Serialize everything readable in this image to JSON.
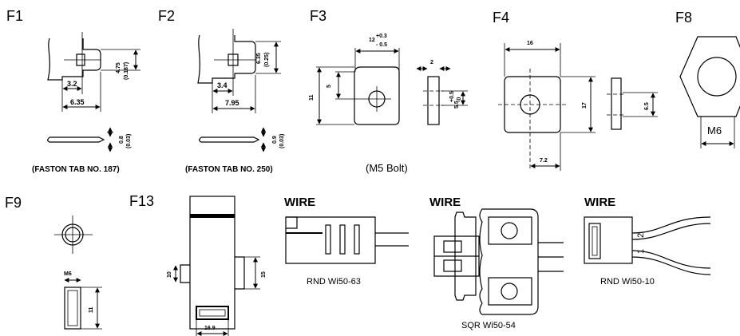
{
  "figures": {
    "f1": {
      "label": "F1",
      "dim_width": "4.75",
      "dim_width_in": "(0.187)",
      "dim_a": "3.2",
      "dim_b": "6.35",
      "dim_thk": "0.8",
      "dim_thk_in": "(0.03)",
      "caption": "(FASTON TAB NO. 187)"
    },
    "f2": {
      "label": "F2",
      "dim_width": "6.35",
      "dim_width_in": "(0.25)",
      "dim_a": "3.4",
      "dim_b": "7.95",
      "dim_thk": "0.9",
      "dim_thk_in": "(0.03)",
      "caption": "(FASTON TAB NO. 250)"
    },
    "f3": {
      "label": "F3",
      "dim_width": "12",
      "tol_plus": "+0.3",
      "tol_minus": "- 0.5",
      "dim_hole": "5",
      "dim_height": "11",
      "dim_thk": "2",
      "dim_side": "5.5",
      "side_tol_plus": "+0.5",
      "side_tol_minus": "-0",
      "caption": "(M5 Bolt)"
    },
    "f4": {
      "label": "F4",
      "dim_width": "16",
      "dim_height": "17",
      "dim_offset": "7.2",
      "dim_side": "6.5"
    },
    "f8": {
      "label": "F8",
      "thread": "M6"
    },
    "f9": {
      "label": "F9",
      "thread": "M6",
      "dim_height": "11"
    },
    "f13": {
      "label": "F13",
      "dim_left": "10",
      "dim_right": "15",
      "dim_bottom": "16.9"
    },
    "wi63": {
      "heading": "WIRE",
      "model": "RND Wi50-63"
    },
    "wi54": {
      "heading": "WIRE",
      "model": "SQR Wi50-54"
    },
    "wi10": {
      "heading": "WIRE",
      "model": "RND Wi50-10",
      "pin1": "1",
      "pin2": "2"
    }
  }
}
